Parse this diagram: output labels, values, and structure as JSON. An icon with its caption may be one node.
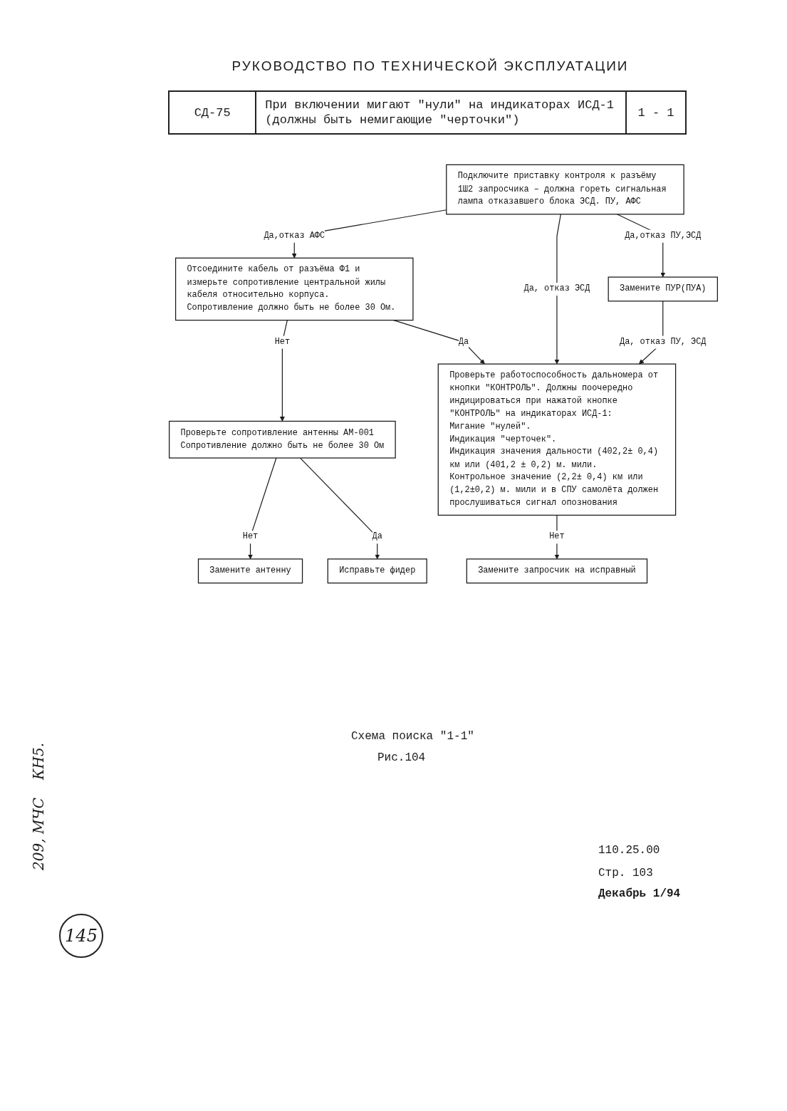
{
  "diagram": {
    "title": "РУКОВОДСТВО ПО ТЕХНИЧЕСКОЙ ЭКСПЛУАТАЦИИ",
    "caption": "Схема поиска \"1-1\"",
    "nodes": [
      {
        "text": [
          "Подключите приставку контроля к разъёму 1Ш2 запросчика – должна гореть сигнальная лампа отказавшего блока ЭСД. ПУ, АФС"
        ]
      },
      {
        "text": [
          "Отсоедините кабель от разъёма Ф1 и измерьте сопротивление центральной жилы кабеля относительно корпуса. Сопротивление должно быть не более 30 Ом."
        ]
      },
      {
        "text": [
          "Замените ПУР(ПУА)"
        ]
      },
      {
        "text": [
          "Проверьте работоспособность дальномера от кнопки \"КОНТРОЛЬ\". Должны поочередно индицироваться при нажатой кнопке \"КОНТРОЛЬ\" на индикаторах ИСД-1:",
          "Мигание \"нулей\".",
          "Индикация \"черточек\".",
          "Индикация значения дальности (402,2± 0,4) км или (401,2 ± 0,2) м. мили.",
          "Контрольное значение (2,2± 0,4) км или (1,2±0,2) м. мили и в СПУ самолёта должен прослушиваться сигнал опознования"
        ]
      },
      {
        "text": [
          "Проверьте сопротивление антенны АМ-001",
          "Сопротивление должно быть не более 30 Ом"
        ]
      },
      {
        "text": [
          "Замените антенну"
        ]
      },
      {
        "text": [
          "Исправьте фидер"
        ]
      },
      {
        "text": [
          "Замените запросчик на исправный"
        ]
      }
    ],
    "edges": [
      {
        "from": 0,
        "to": 1,
        "arrow": "to",
        "label": "Да,отказ АФС"
      },
      {
        "from": 0,
        "to": 3,
        "arrow": "to",
        "label": "Да, отказ ЭСД"
      },
      {
        "from": 0,
        "to": 2,
        "arrow": "to",
        "label": "Да,отказ ПУ,ЭСД"
      },
      {
        "from": 2,
        "to": 3,
        "arrow": "to",
        "label": "Да, отказ ПУ, ЭСД"
      },
      {
        "from": 1,
        "to": 4,
        "arrow": "to",
        "label": "Нет"
      },
      {
        "from": 1,
        "to": 3,
        "arrow": "to",
        "label": "Да"
      },
      {
        "from": 4,
        "to": 5,
        "arrow": "to",
        "label": "Нет"
      },
      {
        "from": 4,
        "to": 6,
        "arrow": "to",
        "label": "Да"
      },
      {
        "from": 3,
        "to": 7,
        "arrow": "to",
        "label": "Нет"
      }
    ],
    "labels": [
      "СД-75",
      "При включении мигают \"нули\" на индикаторах ИСД-1 (должны быть немигающие \"черточки\")",
      "1 - 1",
      "Рис.104",
      "110.25.00",
      "Стр. 103",
      "Декабрь 1/94",
      "КН5.",
      "209, МЧС",
      "145"
    ]
  }
}
